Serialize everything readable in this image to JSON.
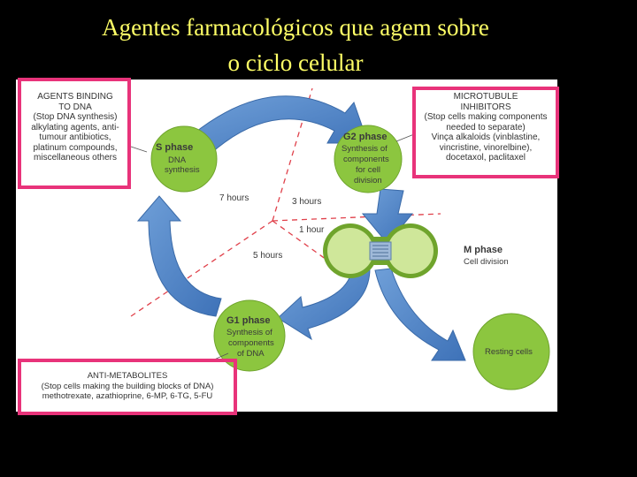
{
  "title": {
    "line1": "Agentes farmacológicos que agem sobre",
    "line2": "o ciclo celular"
  },
  "colors": {
    "title": "#ffff66",
    "background": "#000000",
    "phase_green": "#8cc63f",
    "arrow_blue": "#4d83c8",
    "highlight_pink": "#e8337a",
    "dashed_red": "#e0404a"
  },
  "phases": {
    "s": {
      "name": "S phase",
      "desc_1": "DNA",
      "desc_2": "synthesis"
    },
    "g2": {
      "name": "G2 phase",
      "desc_1": "Synthesis of",
      "desc_2": "components",
      "desc_3": "for cell",
      "desc_4": "division"
    },
    "m": {
      "name": "M phase",
      "desc_1": "Cell division"
    },
    "g1": {
      "name": "G1 phase",
      "desc_1": "Synthesis of",
      "desc_2": "components",
      "desc_3": "of DNA"
    },
    "resting": {
      "name": "Resting cells"
    }
  },
  "durations": {
    "seven": "7 hours",
    "three": "3 hours",
    "one": "1 hour",
    "five": "5 hours"
  },
  "boxes": {
    "dna_binding": {
      "heading_1": "AGENTS BINDING",
      "heading_2": "TO DNA",
      "line_1": "(Stop DNA synthesis)",
      "line_2": "alkylating agents, anti-",
      "line_3": "tumour antibiotics,",
      "line_4": "platinum compounds,",
      "line_5": "miscellaneous others"
    },
    "microtubule": {
      "heading_1": "MICROTUBULE",
      "heading_2": "INHIBITORS",
      "line_1": "(Stop cells making components",
      "line_2": "needed to separate)",
      "line_3": "Vinça alkaloids (vinblastine,",
      "line_4": "vincristine, vinorelbine),",
      "line_5": "docetaxol, paclitaxel"
    },
    "antimetabolites": {
      "heading_1": "ANTI-METABOLITES",
      "line_1": "(Stop cells making the building blocks of DNA)",
      "line_2": "methotrexate, azathioprine, 6-MP, 6-TG, 5-FU"
    }
  }
}
